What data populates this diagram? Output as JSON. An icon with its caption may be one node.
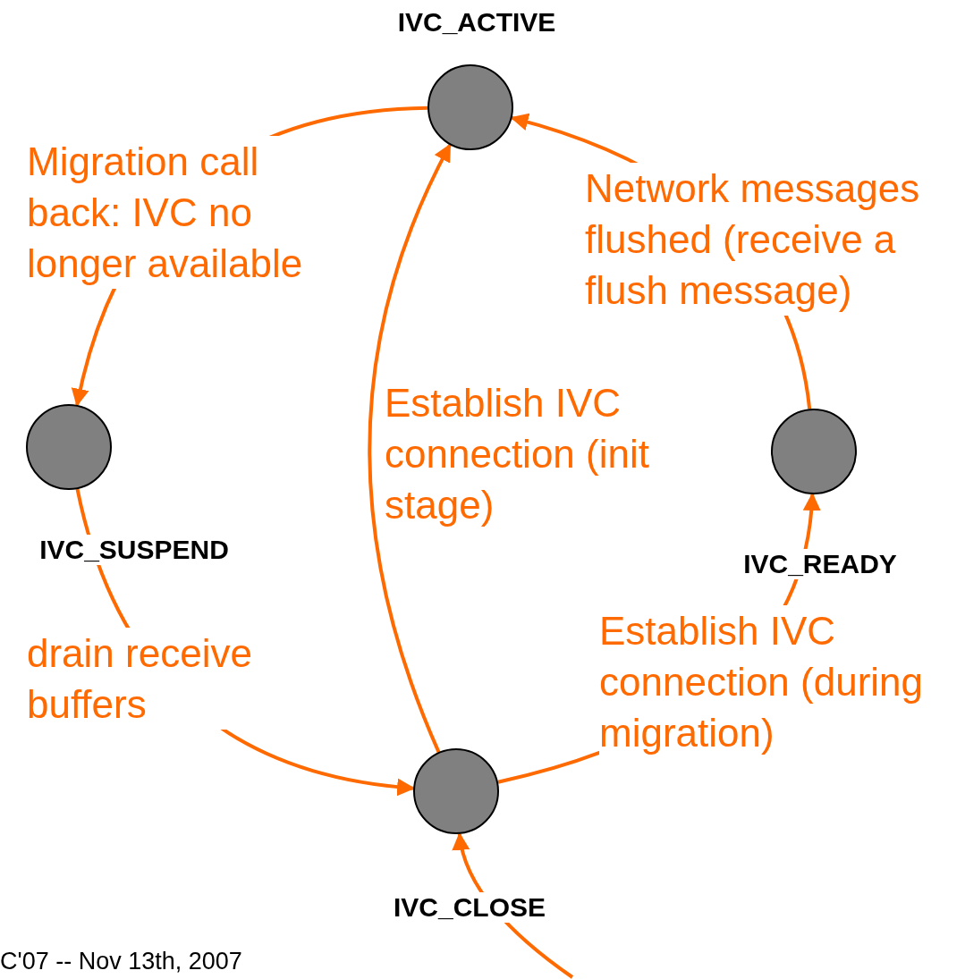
{
  "diagram": {
    "nodes": [
      {
        "text": [
          "IVC_ACTIVE"
        ]
      },
      {
        "text": [
          "IVC_SUSPEND"
        ]
      },
      {
        "text": [
          "IVC_READY"
        ]
      },
      {
        "text": [
          "IVC_CLOSE"
        ]
      }
    ],
    "edges": [
      {
        "from": 0,
        "to": 1,
        "arrow": "to",
        "label": "Migration call back: IVC no longer available"
      },
      {
        "from": 1,
        "to": 3,
        "arrow": "to",
        "label": "drain receive buffers"
      },
      {
        "from": 3,
        "to": 0,
        "arrow": "to",
        "label": "Establish IVC connection (init stage)"
      },
      {
        "from": 3,
        "to": 2,
        "arrow": "to",
        "label": "Establish IVC connection (during migration)"
      },
      {
        "from": 2,
        "to": 0,
        "arrow": "to",
        "label": "Network messages flushed (receive a flush message)"
      },
      {
        "from": null,
        "to": 3,
        "arrow": "to"
      }
    ],
    "labels": [
      "C'07 -- Nov 13th, 2007"
    ]
  }
}
